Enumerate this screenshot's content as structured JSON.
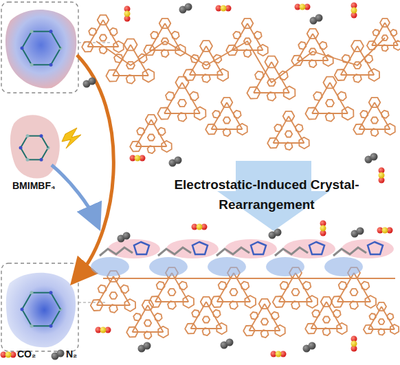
{
  "diagram": {
    "nodes": [
      {
        "text": [
          "Electrostatic-Induced Crystal-Rearrangement"
        ]
      }
    ],
    "labels": [
      "BMIMBF₄"
    ],
    "legend": [
      {
        "text": "CO₂"
      },
      {
        "text": "N₂"
      }
    ]
  }
}
